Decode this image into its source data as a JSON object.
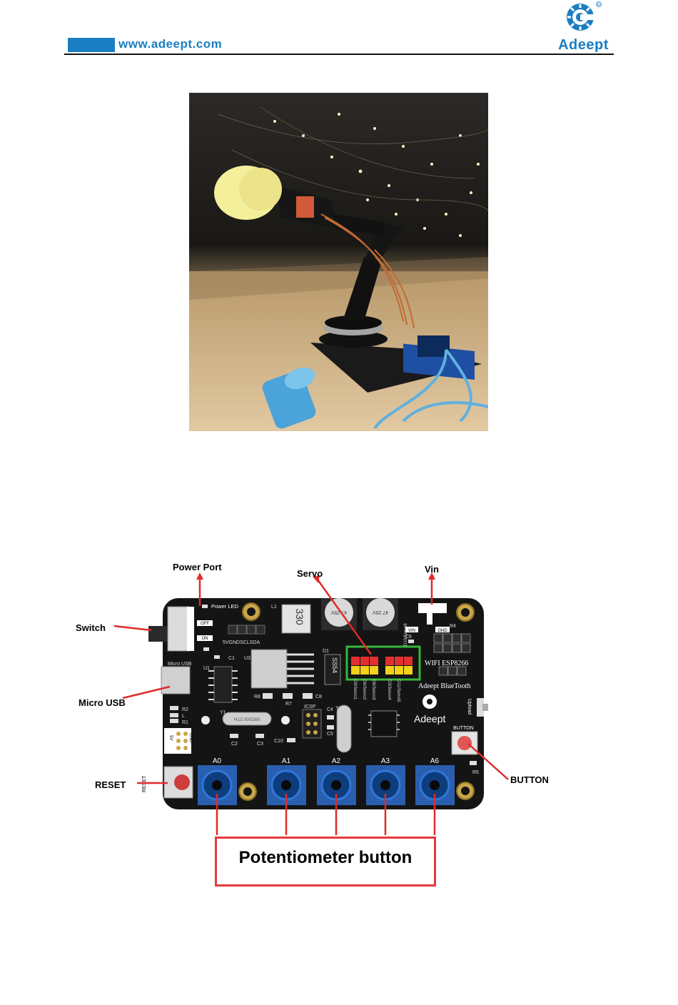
{
  "header": {
    "url": "www.adeept.com",
    "brand": "Adeept",
    "brand_color": "#1b7ec2"
  },
  "photo": {
    "icon": "robotic-arm-photo"
  },
  "diagram": {
    "callouts": {
      "power_port": "Power Port",
      "servo": "Servo",
      "vin": "Vin",
      "switch": "Switch",
      "micro_usb": "Micro USB",
      "reset": "RESET",
      "button": "BUTTON",
      "potentiometer": "Potentiometer button"
    },
    "board": {
      "power_led": "Power LED",
      "off": "OFF",
      "on": "ON",
      "l1": "L1",
      "inductor": "330",
      "cap1": "47 25V",
      "cap2": "47 25V",
      "vin_pad": "VIN",
      "gnd_pad": "GND",
      "r4": "R4",
      "c6": "C6",
      "header_row": "5VGNDSCLSDA",
      "c1": "C1",
      "u3": "U3",
      "u1": "U1",
      "d1": "D1",
      "diode": "SS54",
      "micro_usb_silk": "Micro USB",
      "wifi": "WIFI ESP8266",
      "bluetooth": "Adeept BlueTooth",
      "brand_silk": "Adeept",
      "upload": "Upload",
      "r8": "R8",
      "r7": "R7",
      "c8": "C8",
      "r2": "R2",
      "l_pad": "L",
      "r1": "R1",
      "y1": "Y1",
      "crystal": "H12.000D80",
      "icsp": "ICSP",
      "c4": "C4",
      "c5": "C5",
      "c2": "C2",
      "c3": "C3",
      "c10": "C10",
      "y2": "Y2",
      "button_silk": "BUTTON",
      "r5": "R5",
      "reset_silk": "RESET",
      "gnd_vert": "GND",
      "v5_vert": "5V",
      "servo_labels": [
        "D9/Servo1",
        "D6/Servo2",
        "D6/Servo3",
        "D3/Servo4",
        "D11/Servo5",
        "D10/Servo6"
      ],
      "pots": [
        "A0",
        "A1",
        "A2",
        "A3",
        "A6"
      ]
    }
  }
}
